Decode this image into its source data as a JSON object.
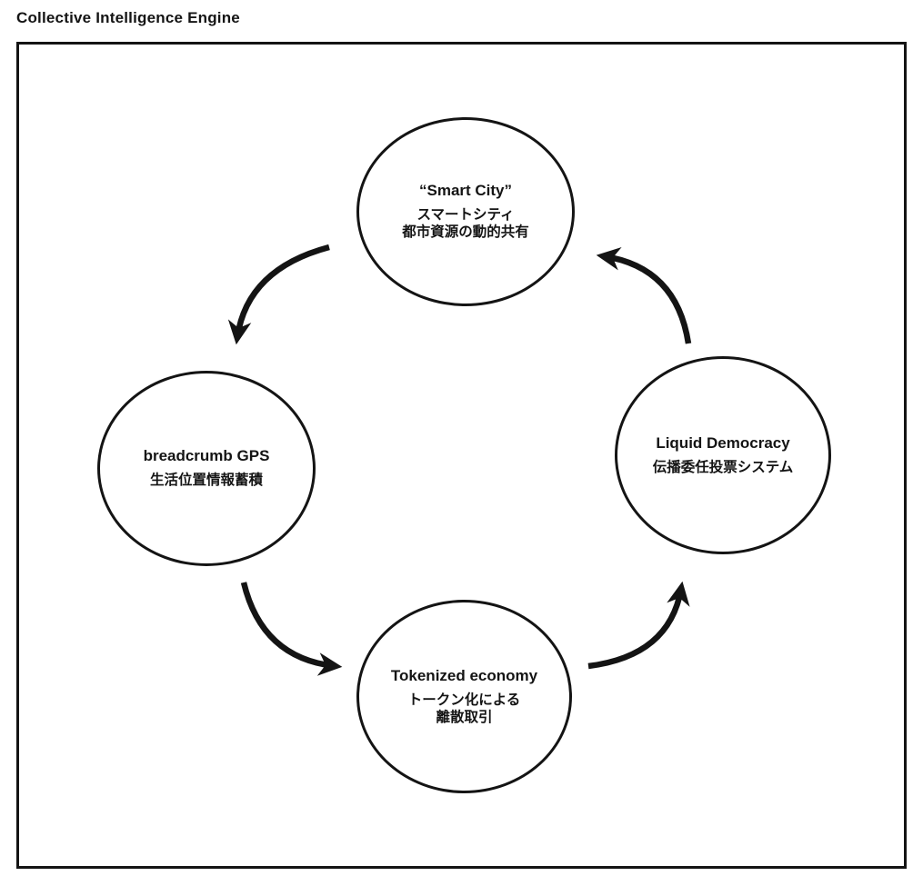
{
  "page": {
    "title": "Collective Intelligence Engine"
  },
  "diagram": {
    "type": "cycle",
    "nodes": [
      {
        "id": "smart-city",
        "title": "“Smart City”",
        "subtitle_lines": [
          "スマートシティ",
          "都市資源の動的共有"
        ]
      },
      {
        "id": "breadcrumb-gps",
        "title": "breadcrumb GPS",
        "subtitle_lines": [
          "生活位置情報蓄積"
        ]
      },
      {
        "id": "tokenized-economy",
        "title": "Tokenized economy",
        "subtitle_lines": [
          "トークン化による",
          "離散取引"
        ]
      },
      {
        "id": "liquid-democracy",
        "title": "Liquid Democracy",
        "subtitle_lines": [
          "伝播委任投票システム"
        ]
      }
    ],
    "edges": [
      {
        "from": "smart-city",
        "to": "breadcrumb-gps"
      },
      {
        "from": "breadcrumb-gps",
        "to": "tokenized-economy"
      },
      {
        "from": "tokenized-economy",
        "to": "liquid-democracy"
      },
      {
        "from": "liquid-democracy",
        "to": "smart-city"
      }
    ],
    "colors": {
      "stroke": "#141414",
      "text": "#141414",
      "background": "#ffffff"
    }
  }
}
